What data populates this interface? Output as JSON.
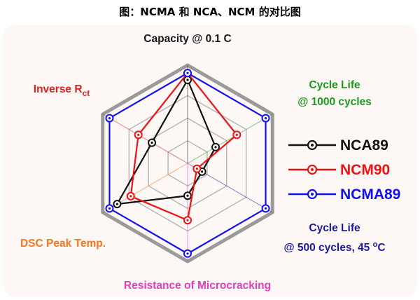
{
  "title": "图：NCMA 和 NCA、NCM 的对比图",
  "chart_data": {
    "type": "radar",
    "axes": [
      {
        "label": "Capacity @ 0.1 C",
        "color": "#1a1a1a"
      },
      {
        "label": "Cycle Life",
        "label2": "@ 1000 cycles",
        "color": "#1a9a1a"
      },
      {
        "label": "Cycle Life",
        "label2": "@ 500 cycles, 45 ",
        "sup": "o",
        "tail": "C",
        "color": "#1a1aa0"
      },
      {
        "label": "Resistance of Microcracking",
        "color": "#e040c0"
      },
      {
        "label": "DSC Peak Temp.",
        "color": "#f07820"
      },
      {
        "label": "Inverse R",
        "sub": "ct",
        "color": "#e02020"
      }
    ],
    "scale_max": 1,
    "gridlines": 3,
    "legend_position": "right",
    "series": [
      {
        "name": "NCA89",
        "color": "#111111",
        "values": [
          0.85,
          0.33,
          0.17,
          0.33,
          0.83,
          0.42
        ]
      },
      {
        "name": "NCM90",
        "color": "#ee1111",
        "values": [
          0.92,
          0.58,
          0.11,
          0.58,
          0.67,
          0.58
        ]
      },
      {
        "name": "NCMA89",
        "color": "#1111ee",
        "values": [
          0.92,
          0.92,
          0.92,
          0.92,
          0.92,
          0.92
        ]
      }
    ]
  }
}
